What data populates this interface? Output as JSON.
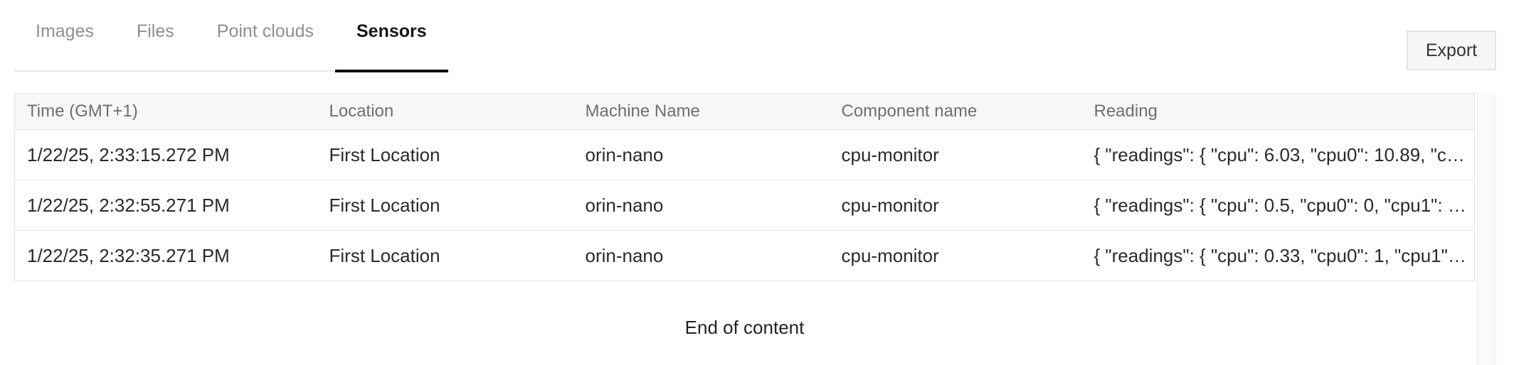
{
  "tabs": [
    {
      "label": "Images",
      "active": false
    },
    {
      "label": "Files",
      "active": false
    },
    {
      "label": "Point clouds",
      "active": false
    },
    {
      "label": "Sensors",
      "active": true
    }
  ],
  "toolbar": {
    "export_label": "Export"
  },
  "table": {
    "columns": [
      "Time (GMT+1)",
      "Location",
      "Machine Name",
      "Component name",
      "Reading"
    ],
    "rows": [
      {
        "time": "1/22/25, 2:33:15.272 PM",
        "location": "First Location",
        "machine_name": "orin-nano",
        "component_name": "cpu-monitor",
        "reading": "{ \"readings\": { \"cpu\": 6.03, \"cpu0\": 10.89, \"c…"
      },
      {
        "time": "1/22/25, 2:32:55.271 PM",
        "location": "First Location",
        "machine_name": "orin-nano",
        "component_name": "cpu-monitor",
        "reading": "{ \"readings\": { \"cpu\": 0.5, \"cpu0\": 0, \"cpu1\": …"
      },
      {
        "time": "1/22/25, 2:32:35.271 PM",
        "location": "First Location",
        "machine_name": "orin-nano",
        "component_name": "cpu-monitor",
        "reading": "{ \"readings\": { \"cpu\": 0.33, \"cpu0\": 1, \"cpu1\"…"
      }
    ]
  },
  "footer": {
    "end_message": "End of content"
  },
  "colors": {
    "active_tab": "#111111",
    "inactive_tab": "#8f8f8f",
    "header_bg": "#f7f7f7",
    "header_text": "#6f6f6f",
    "body_text": "#2a2a2a",
    "border": "#e3e3e3"
  }
}
